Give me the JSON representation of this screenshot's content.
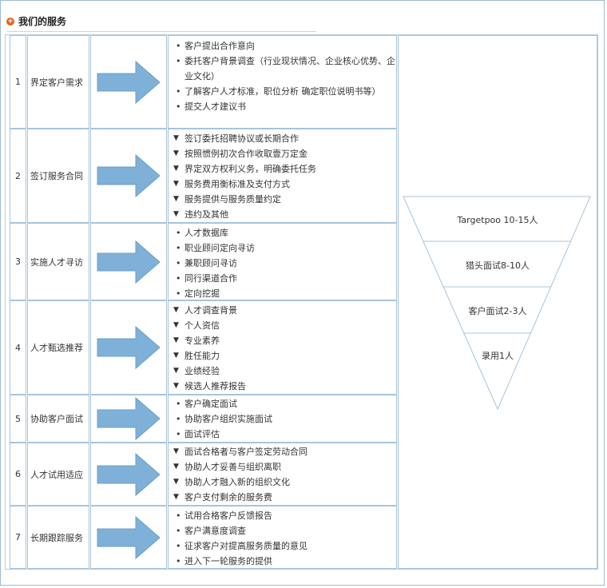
{
  "header": {
    "title": "我们的服务",
    "icon": "plus-circle-icon",
    "icon_glyph": "+",
    "accent": "#e6621b"
  },
  "colors": {
    "border": "#a8c4da",
    "arrow": "#7fb1d8"
  },
  "steps": [
    {
      "num": "1",
      "label": "界定客户需求",
      "bullet": "dot",
      "items": [
        "客户提出合作意向",
        "委托客户背景调查（行业现状情况、企业核心优势、企业文化）",
        "了解客户人才标准，职位分析 确定职位说明书等）",
        "提交人才建议书"
      ]
    },
    {
      "num": "2",
      "label": "签订服务合同",
      "bullet": "triangle",
      "items": [
        "签订委托招聘协议或长期合作",
        "按照惯例初次合作收取壹万定金",
        "界定双方权利义务，明确委托任务",
        "服务费用衡标准及支付方式",
        "服务提供与服务质量约定",
        "违约及其他"
      ]
    },
    {
      "num": "3",
      "label": "实施人才寻访",
      "bullet": "dot",
      "items": [
        "人才数据库",
        "职业顾问定向寻访",
        "兼职顾问寻访",
        "同行渠道合作",
        "定向挖掘"
      ]
    },
    {
      "num": "4",
      "label": "人才甄选推荐",
      "bullet": "triangle",
      "items": [
        "人才调查背景",
        "个人资信",
        "专业素养",
        "胜任能力",
        "业绩经验",
        "候选人推荐报告"
      ]
    },
    {
      "num": "5",
      "label": "协助客户面试",
      "bullet": "dot",
      "items": [
        "客户确定面试",
        "协助客户组织实施面试",
        "面试评估"
      ]
    },
    {
      "num": "6",
      "label": "人才试用适应",
      "bullet": "triangle",
      "items": [
        "面试合格者与客户签定劳动合同",
        "协助人才妥善与组织离职",
        "协助人才融入新的组织文化",
        "客户支付剩余的服务费"
      ]
    },
    {
      "num": "7",
      "label": "长期跟踪服务",
      "bullet": "dot",
      "items": [
        "试用合格客户反馈报告",
        "客户满意度调查",
        "征求客户对提高服务质量的意见",
        "进入下一轮服务的提供"
      ]
    }
  ],
  "funnel": {
    "levels": [
      "Targetpoo 10-15人",
      "猎头面试8-10人",
      "客户面试2-3人",
      "录用1人"
    ]
  }
}
